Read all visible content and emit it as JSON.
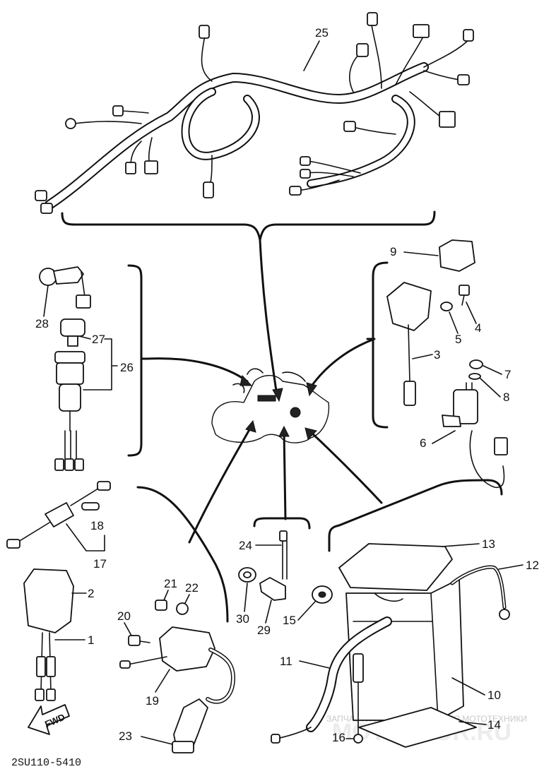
{
  "diagram": {
    "code": "2SU110-5410",
    "fwd": "FWD",
    "watermark_text": "ЗАПЧАСТИ И АКСЕССУАРЫ ДЛЯ МОТОТЕХНИКИ",
    "watermark_brand": "MOTOSTOR.RU",
    "labels": {
      "l1": "1",
      "l2": "2",
      "l3": "3",
      "l4": "4",
      "l5": "5",
      "l6": "6",
      "l7": "7",
      "l8": "8",
      "l9": "9",
      "l10": "10",
      "l11": "11",
      "l12": "12",
      "l13": "13",
      "l14": "14",
      "l15": "15",
      "l16": "16",
      "l17": "17",
      "l18": "18",
      "l19": "19",
      "l20": "20",
      "l21": "21",
      "l22": "22",
      "l23": "23",
      "l24": "24",
      "l25": "25",
      "l26": "26",
      "l27": "27",
      "l28": "28",
      "l29": "29",
      "l30": "30"
    }
  }
}
